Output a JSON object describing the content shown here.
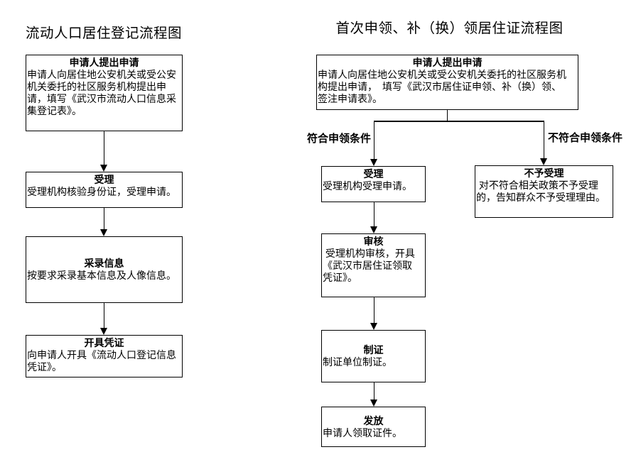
{
  "left_chart": {
    "title": "流动人口居住登记流程图",
    "steps": [
      {
        "title": "申请人提出申请",
        "body": "申请人向居住地公安机关或受公安\n机关委托的社区服务机构提出申\n请，填写《武汉市流动人口信息采\n集登记表》。"
      },
      {
        "title": "受理",
        "body": "受理机构核验身份证，受理申请。"
      },
      {
        "title": "采录信息",
        "body": "按要求采录基本信息及人像信息。"
      },
      {
        "title": "开具凭证",
        "body": "向申请人开具《流动人口登记信息\n凭证》。"
      }
    ]
  },
  "right_chart": {
    "title": "首次申领、补（换）领居住证流程图",
    "apply_box": {
      "title": "申请人提出申请",
      "body": "申请人向居住地公安机关或受公安机关委托的社区服务机\n构提出申请，　填写《武汉市居住证申领、补（换）领、\n签注申请表》。"
    },
    "branch_labels": {
      "eligible": "符合申领条件",
      "not_eligible": "不符合申领条件"
    },
    "accept_box": {
      "title": "受理",
      "body": "受理机构受理申请。"
    },
    "reject_box": {
      "title": "不予受理",
      "body": " 对不符合相关政策不予受理\n的，告知群众不予受理理由。"
    },
    "review_box": {
      "title": "审核",
      "body": " 受理机构审核，开具\n《武汉市居住证领取\n凭证》。"
    },
    "make_box": {
      "title": "制证",
      "body": "制证单位制证。"
    },
    "issue_box": {
      "title": "发放",
      "body": "申请人领取证件。"
    }
  },
  "colors": {
    "line": "#000000",
    "background": "#ffffff"
  }
}
